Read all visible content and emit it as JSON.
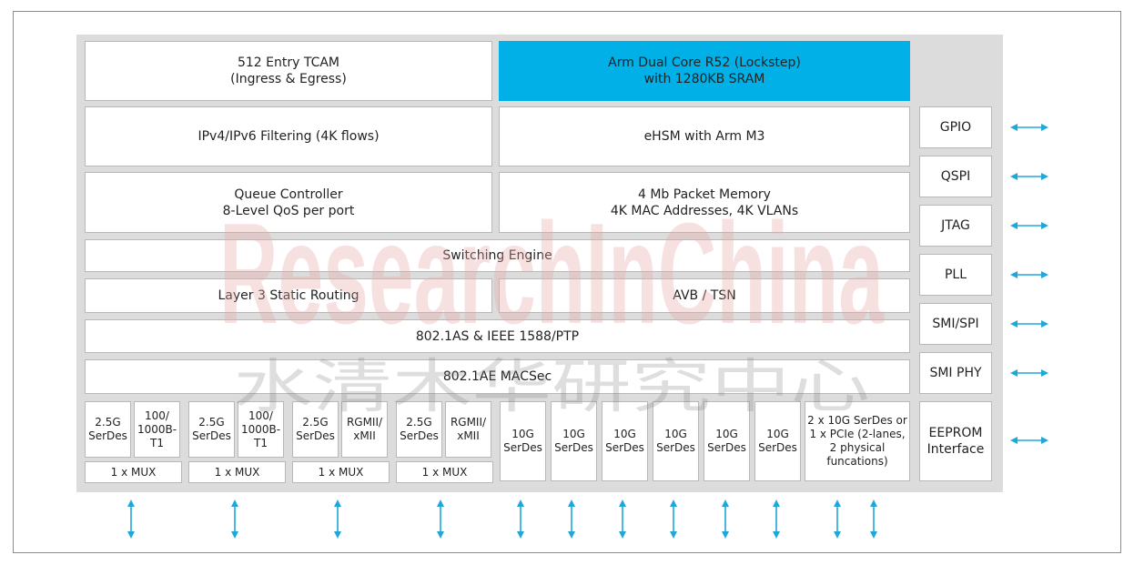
{
  "colors": {
    "accent": "#00B0E6",
    "arrow": "#1EA7DB",
    "chip_bg": "#DCDCDC",
    "block_bg": "#FFFFFF",
    "watermark": "#E8A5A5"
  },
  "watermark": {
    "text": "ResearchInChina",
    "subtext": "水清木华研究中心"
  },
  "blocks": {
    "tcam": "512 Entry TCAM\n(Ingress & Egress)",
    "arm_r52": "Arm Dual Core R52 (Lockstep)\nwith 1280KB SRAM",
    "ipv_filter": "IPv4/IPv6 Filtering (4K flows)",
    "ehsm": "eHSM with Arm M3",
    "queue": "Queue Controller\n8-Level QoS per port",
    "packet_mem": "4 Mb Packet Memory\n4K MAC Addresses, 4K VLANs",
    "switching": "Switching Engine",
    "l3_routing": "Layer 3 Static Routing",
    "avb_tsn": "AVB / TSN",
    "ptp": "802.1AS & IEEE 1588/PTP",
    "macsec": "802.1AE MACSec"
  },
  "port_groups": [
    {
      "a": "2.5G\nSerDes",
      "b": "100/\n1000B-\nT1",
      "mux": "1 x MUX"
    },
    {
      "a": "2.5G\nSerDes",
      "b": "100/\n1000B-\nT1",
      "mux": "1 x MUX"
    },
    {
      "a": "2.5G\nSerDes",
      "b": "RGMII/\nxMII",
      "mux": "1 x MUX"
    },
    {
      "a": "2.5G\nSerDes",
      "b": "RGMII/\nxMII",
      "mux": "1 x MUX"
    }
  ],
  "serdes_10g": [
    "10G\nSerDes",
    "10G\nSerDes",
    "10G\nSerDes",
    "10G\nSerDes",
    "10G\nSerDes",
    "10G\nSerDes"
  ],
  "pcie_block": "2 x 10G SerDes or\n1 x PCIe (2-lanes,\n2 physical\nfuncations)",
  "side_interfaces": [
    "GPIO",
    "QSPI",
    "JTAG",
    "PLL",
    "SMI/SPI",
    "SMI PHY",
    "EEPROM\nInterface"
  ]
}
